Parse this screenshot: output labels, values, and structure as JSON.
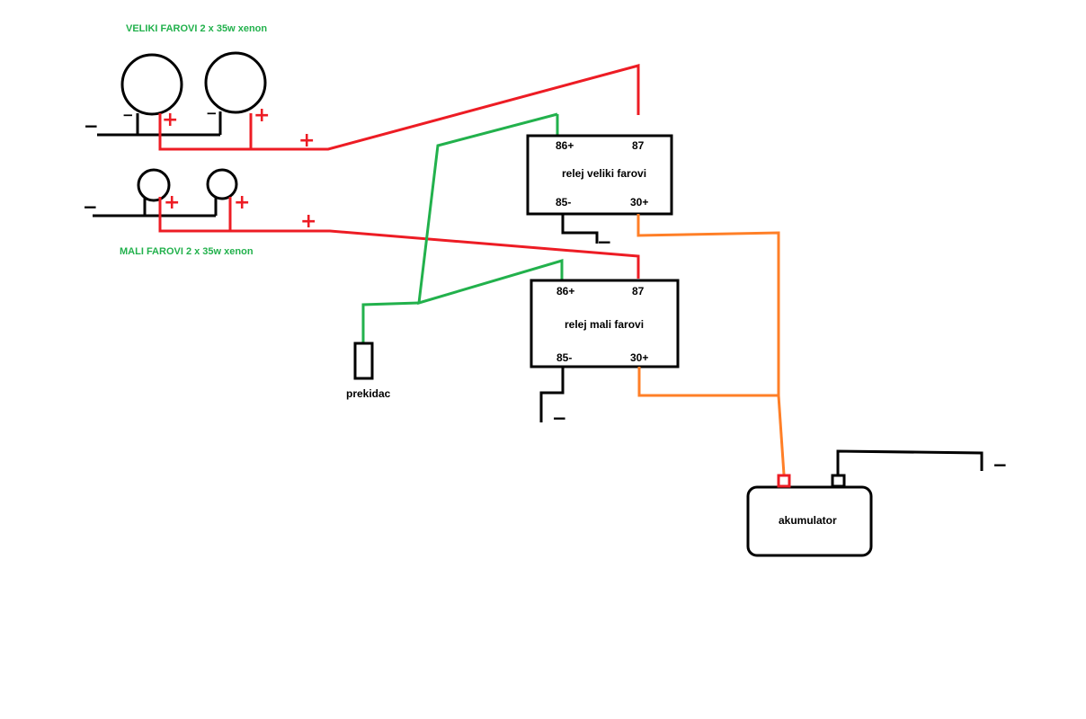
{
  "labels": {
    "high_beam_title": "VELIKI FAROVI 2 x 35w xenon",
    "low_beam_title": "MALI FAROVI 2 x 35w xenon",
    "relay_high_name": "relej veliki farovi",
    "relay_low_name": "relej mali farovi",
    "switch_name": "prekidac",
    "battery_name": "akumulator"
  },
  "pins": {
    "p86": "86+",
    "p87": "87",
    "p85": "85-",
    "p30": "30+"
  },
  "symbols": {
    "plus": "+",
    "minus": "−"
  },
  "colors": {
    "ground_wire": "#000000",
    "positive_wire": "#ed1c24",
    "switch_wire": "#22b14c",
    "battery_wire": "#ff7f27",
    "label_green": "#22b14c"
  }
}
